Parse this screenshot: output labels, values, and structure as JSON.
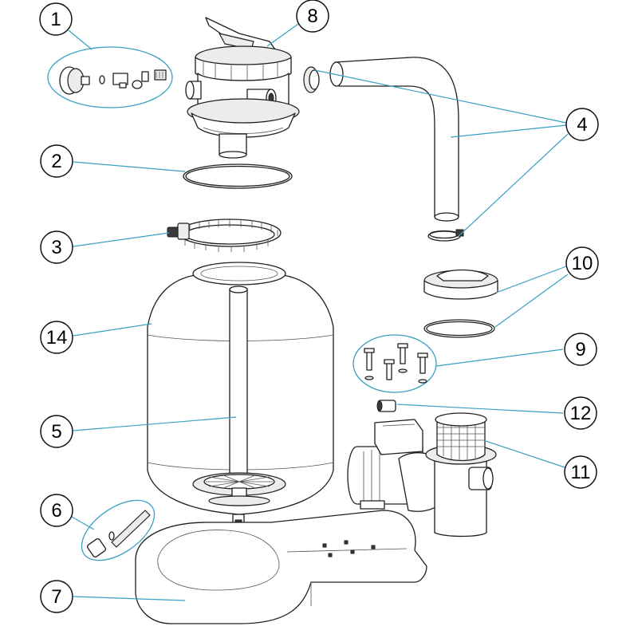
{
  "colors": {
    "leader": "#3aa0c4",
    "outline": "#1e1e1e",
    "callout_stroke": "#111111",
    "callout_fill": "#ffffff"
  },
  "callouts": [
    {
      "id": "1",
      "label": "1"
    },
    {
      "id": "2",
      "label": "2"
    },
    {
      "id": "3",
      "label": "3"
    },
    {
      "id": "4",
      "label": "4"
    },
    {
      "id": "5",
      "label": "5"
    },
    {
      "id": "6",
      "label": "6"
    },
    {
      "id": "7",
      "label": "7"
    },
    {
      "id": "8",
      "label": "8"
    },
    {
      "id": "9",
      "label": "9"
    },
    {
      "id": "10",
      "label": "10"
    },
    {
      "id": "11",
      "label": "11"
    },
    {
      "id": "12",
      "label": "12"
    },
    {
      "id": "14",
      "label": "14"
    }
  ]
}
